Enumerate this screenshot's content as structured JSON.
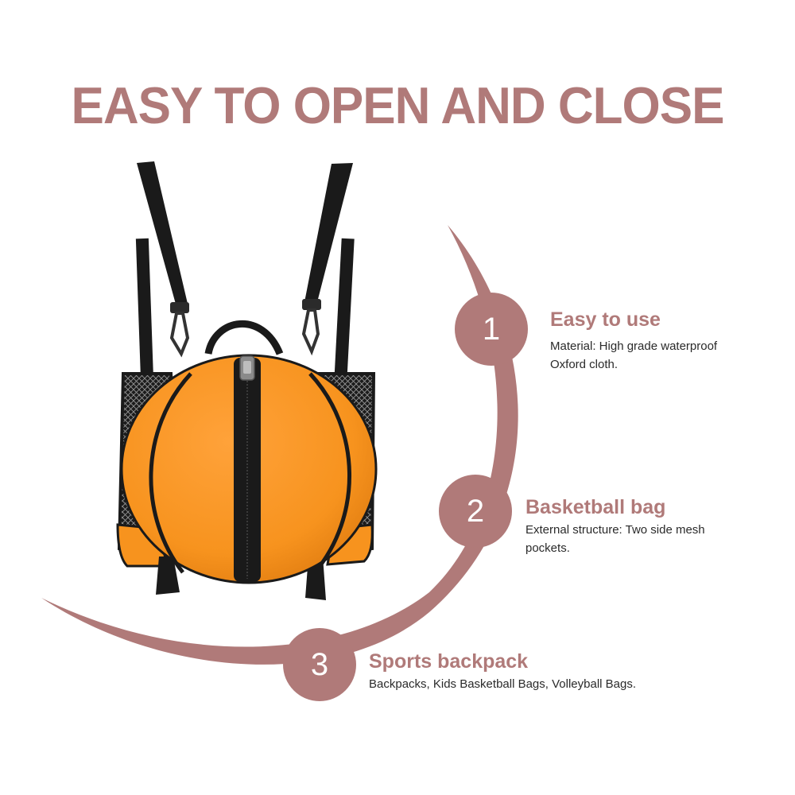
{
  "headline": "EASY TO OPEN AND CLOSE",
  "colors": {
    "accent": "#b07a79",
    "bag_orange": "#f7931e",
    "strap_black": "#1a1a1a"
  },
  "product_image": {
    "subject": "orange basketball backpack with black straps and side mesh pockets"
  },
  "features": [
    {
      "number": "1",
      "title": "Easy to use",
      "description": "Material: High grade waterproof Oxford cloth."
    },
    {
      "number": "2",
      "title": "Basketball bag",
      "description": "External structure: Two side mesh pockets."
    },
    {
      "number": "3",
      "title": "Sports backpack",
      "description": "Backpacks, Kids Basketball Bags, Volleyball Bags."
    }
  ]
}
